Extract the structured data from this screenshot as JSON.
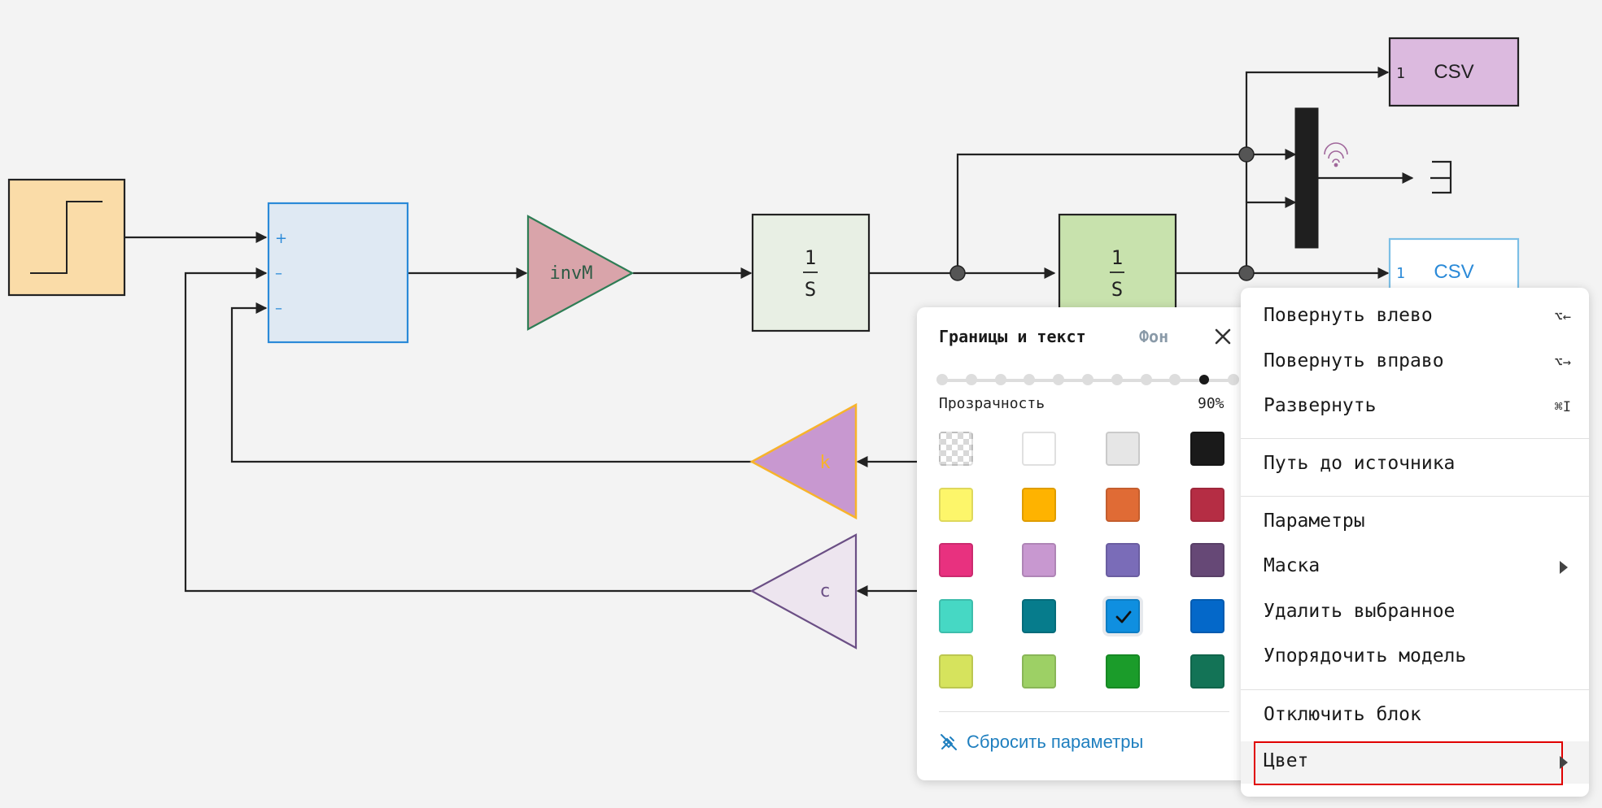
{
  "blocks": {
    "sum_signs": [
      "+",
      "–",
      "–"
    ],
    "gain_inv_label": "invM",
    "integrator1": {
      "num": "1",
      "den": "S"
    },
    "integrator2": {
      "num": "1",
      "den": "S"
    },
    "gain_k_label": "k",
    "gain_c_label": "c",
    "csv_top": {
      "port": "1",
      "label": "CSV"
    },
    "csv_bottom": {
      "port": "1",
      "label": "CSV"
    }
  },
  "colors": {
    "step_fill": "#fadca8",
    "sum_fill": "#dfe9f3",
    "sum_border": "#2b8ad8",
    "gain_inv_fill": "#d9a4aa",
    "gain_inv_border": "#2e7d55",
    "integrator1_fill": "#e8efe4",
    "integrator2_fill": "#c8e2ad",
    "gain_k_fill": "#c898d0",
    "gain_k_border": "#f7b32b",
    "gain_c_fill": "#ede5ef",
    "gain_c_border": "#6b4f85",
    "csv_top_fill": "#dcbadf",
    "csv_bottom_border": "#7cbfe6",
    "accent_blue": "#1f7fbf",
    "focus_red": "#e00000"
  },
  "color_popup": {
    "tab_active": "Границы и текст",
    "tab_inactive": "Фон",
    "close_icon": "close-icon",
    "opacity_label": "Прозрачность",
    "opacity_value": "90%",
    "opacity_fraction": 0.9,
    "swatches": [
      [
        "transparent",
        "#ffffff",
        "#e6e6e6",
        "#1a1a1a"
      ],
      [
        "#fdf66a",
        "#feb300",
        "#e06b35",
        "#b52d44"
      ],
      [
        "#e8317f",
        "#c898d0",
        "#7a6cb8",
        "#664876"
      ],
      [
        "#46d8c4",
        "#067c8c",
        "#0f8fe0",
        "#0468c9"
      ],
      [
        "#d6e35d",
        "#9dd065",
        "#1b9c2a",
        "#137356"
      ]
    ],
    "selected_swatch": {
      "row": 3,
      "col": 2
    },
    "reset_label": "Сбросить параметры",
    "reset_icon": "reset-brush-icon"
  },
  "context_menu": {
    "items": [
      {
        "label": "Повернуть влево",
        "shortcut": "⌥←"
      },
      {
        "label": "Повернуть вправо",
        "shortcut": "⌥→"
      },
      {
        "label": "Развернуть",
        "shortcut": "⌘I"
      },
      {
        "label": "Путь до источника"
      },
      {
        "label": "Параметры"
      },
      {
        "label": "Маска",
        "submenu": true
      },
      {
        "label": "Удалить выбранное"
      },
      {
        "label": "Упорядочить модель"
      },
      {
        "label": "Отключить блок"
      },
      {
        "label": "Цвет",
        "submenu": true
      }
    ]
  }
}
